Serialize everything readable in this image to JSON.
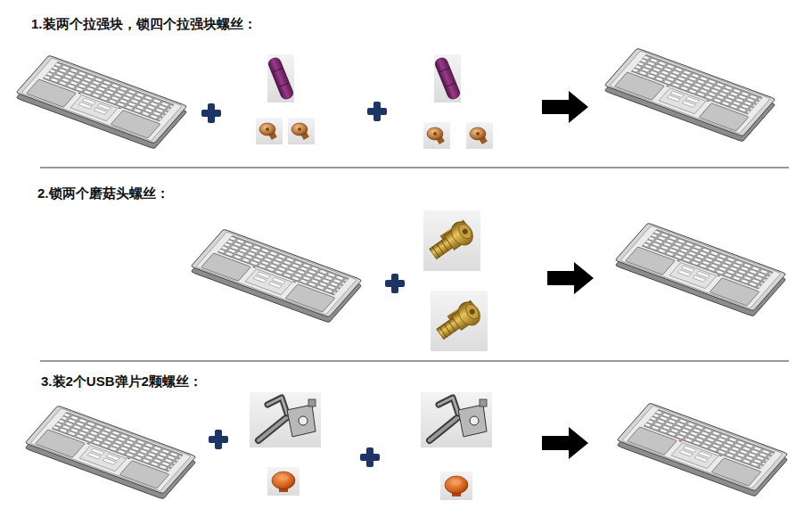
{
  "diagram": {
    "labels": [
      "1.装两个拉强块，锁四个拉强块螺丝：",
      "2.锁两个磨菇头螺丝：",
      "3.装2个USB弹片2颗螺丝："
    ]
  }
}
